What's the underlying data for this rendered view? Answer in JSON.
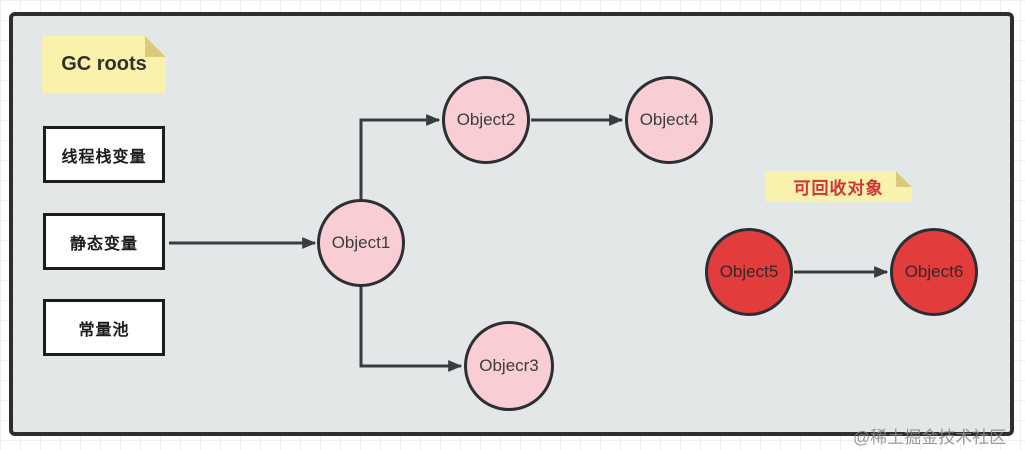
{
  "diagram": {
    "legend_note": {
      "label": "GC roots"
    },
    "recyclable_note": {
      "label": "可回收对象"
    },
    "roots": [
      {
        "id": "thread-stack-variables",
        "label": "线程栈变量"
      },
      {
        "id": "static-variables",
        "label": "静态变量"
      },
      {
        "id": "constant-pool",
        "label": "常量池"
      }
    ],
    "objects": [
      {
        "id": "object1",
        "label": "Object1",
        "group": "reachable"
      },
      {
        "id": "object2",
        "label": "Object2",
        "group": "reachable"
      },
      {
        "id": "object4",
        "label": "Object4",
        "group": "reachable"
      },
      {
        "id": "objecr3",
        "label": "Objecr3",
        "group": "reachable"
      },
      {
        "id": "object5",
        "label": "Object5",
        "group": "recyclable"
      },
      {
        "id": "object6",
        "label": "Object6",
        "group": "recyclable"
      }
    ],
    "edges": [
      {
        "from": "静态变量",
        "to": "Object1"
      },
      {
        "from": "Object1",
        "to": "Object2"
      },
      {
        "from": "Object2",
        "to": "Object4"
      },
      {
        "from": "Object1",
        "to": "Objecr3"
      },
      {
        "from": "Object5",
        "to": "Object6"
      }
    ],
    "colors": {
      "reachable_fill": "#f9cdd4",
      "recyclable_fill": "#e23c3c",
      "note_fill": "#f9f2ad",
      "note_fold": "#dbc97e",
      "recyclable_text": "#d13438",
      "panel_fill": "#e4e7e8",
      "stroke": "#2b2f33"
    }
  },
  "watermark": {
    "label": "@稀土掘金技术社区"
  }
}
